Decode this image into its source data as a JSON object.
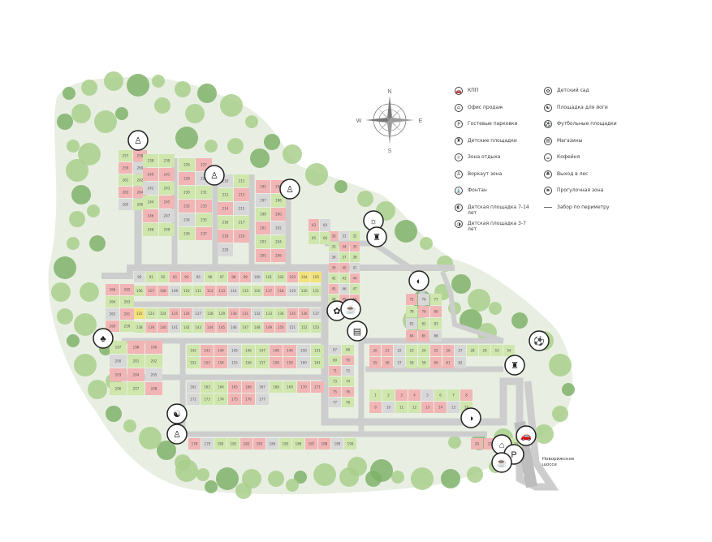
{
  "legend": {
    "items_col1": [
      {
        "icon": "car-icon",
        "label": "КПП"
      },
      {
        "icon": "office-icon",
        "label": "Офис продаж"
      },
      {
        "icon": "parking-icon",
        "label": "Гостевые парковки"
      },
      {
        "icon": "playground-icon",
        "label": "Детские площадки"
      },
      {
        "icon": "rest-zone-icon",
        "label": "Зона отдыха"
      },
      {
        "icon": "workout-icon",
        "label": "Воркаут зона"
      },
      {
        "icon": "fountain-icon",
        "label": "Фонтан"
      },
      {
        "icon": "kids-7-14-icon",
        "label": "Детская площадка 7-14 лет"
      },
      {
        "icon": "kids-3-7-icon",
        "label": "Детская площадка 3-7 лет"
      }
    ],
    "items_col2": [
      {
        "icon": "kindergarten-icon",
        "label": "Детский сад"
      },
      {
        "icon": "yoga-icon",
        "label": "Площадка для йоги"
      },
      {
        "icon": "football-icon",
        "label": "Футбольные площадки"
      },
      {
        "icon": "shop-icon",
        "label": "Магазины"
      },
      {
        "icon": "cafe-icon",
        "label": "Кофейня"
      },
      {
        "icon": "forest-exit-icon",
        "label": "Выход в лес"
      },
      {
        "icon": "walking-zone-icon",
        "label": "Прогулочная зона"
      },
      {
        "icon": "fence-icon",
        "label": "Забор по периметру"
      }
    ]
  },
  "road_label": "Новорижское\nшоссе",
  "compass": {
    "n": "N",
    "s": "S",
    "e": "E",
    "w": "W"
  },
  "colors": {
    "forest": "#e6eddf",
    "tree": "#a9cf8c",
    "tree_dark": "#7fb26a",
    "lot_sold": "#f2b5b5",
    "lot_free": "#cfe6ad",
    "lot_reserved": "#d8d8d8",
    "lot_special": "#f2e27a",
    "road": "#c9c9c9"
  },
  "blocks": [
    {
      "id": "A",
      "numbers": [
        257,
        258,
        259,
        260,
        261,
        262,
        263,
        264,
        265,
        266
      ]
    },
    {
      "id": "B",
      "numbers": [
        238,
        239,
        240,
        241,
        242,
        243,
        244,
        245,
        246,
        247,
        248,
        249
      ]
    },
    {
      "id": "C",
      "numbers": [
        226,
        227,
        228,
        229,
        230,
        231,
        232,
        233,
        234,
        235,
        236,
        237
      ]
    },
    {
      "id": "D",
      "numbers": [
        210,
        211,
        212,
        213,
        214,
        215,
        216,
        217,
        218,
        219,
        220
      ]
    },
    {
      "id": "E",
      "numbers": [
        195,
        196,
        197,
        198,
        199,
        200,
        201,
        202,
        203,
        204,
        205,
        206,
        207,
        208
      ]
    },
    {
      "id": "F",
      "numbers": [
        90,
        91,
        92,
        93,
        94,
        95,
        96,
        97,
        98,
        99,
        100,
        101,
        102,
        103,
        104,
        105
      ]
    },
    {
      "id": "G",
      "numbers": [
        106,
        107,
        108,
        109,
        110,
        111,
        112,
        113,
        114,
        115,
        116,
        117,
        118,
        119,
        120,
        121
      ]
    },
    {
      "id": "H",
      "numbers": [
        122,
        123,
        124,
        125,
        126,
        127,
        128,
        129,
        130,
        131,
        132,
        133,
        134,
        135,
        136,
        137
      ]
    },
    {
      "id": "I",
      "numbers": [
        138,
        139,
        140,
        141,
        142,
        143,
        144,
        145,
        146,
        147,
        148,
        149,
        150,
        151,
        152,
        153,
        154,
        155,
        156,
        157
      ]
    },
    {
      "id": "J",
      "numbers": [
        158,
        159,
        160,
        161,
        162,
        163,
        164,
        165,
        166,
        167,
        168,
        169,
        170,
        171,
        172,
        173,
        174,
        175,
        176,
        177
      ]
    },
    {
      "id": "K",
      "numbers": [
        178,
        179,
        180,
        181,
        182,
        183,
        184,
        185,
        186,
        187,
        188,
        189,
        190,
        191,
        192,
        193,
        194
      ]
    },
    {
      "id": "L",
      "numbers": [
        30,
        31,
        32,
        33,
        34,
        35,
        36,
        37,
        38,
        39,
        40,
        41,
        42,
        43,
        44,
        45,
        46,
        47,
        48,
        49,
        50,
        51,
        52
      ]
    },
    {
      "id": "M",
      "numbers": [
        20,
        21,
        22,
        23,
        24,
        25,
        26,
        27,
        28,
        29,
        53,
        54,
        55,
        56,
        57,
        58,
        59,
        60,
        61,
        62
      ]
    },
    {
      "id": "N",
      "numbers": [
        1,
        2,
        3,
        4,
        5,
        6,
        7,
        8,
        9,
        10,
        11,
        12,
        13,
        14,
        15,
        16,
        17,
        18,
        19
      ]
    },
    {
      "id": "O",
      "numbers": [
        63,
        64,
        65,
        66,
        67,
        68,
        69,
        70,
        71,
        72,
        73,
        74,
        75,
        76,
        77,
        78,
        79,
        80,
        81,
        82,
        83,
        84,
        85,
        86,
        87,
        88,
        89
      ]
    }
  ]
}
